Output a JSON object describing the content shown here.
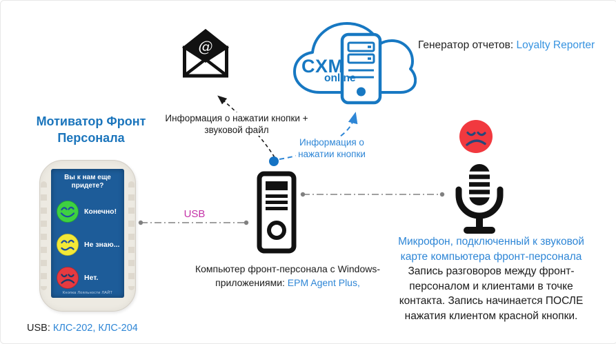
{
  "motivator": {
    "title_lines": [
      "Мотиватор Фронт",
      "Персонала"
    ],
    "screen": {
      "question_lines": [
        "Вы к нам еще",
        "придете?"
      ],
      "options": [
        {
          "label": "Конечно!",
          "mood": "happy",
          "color": "#3ED141"
        },
        {
          "label": "Не знаю...",
          "mood": "neutral",
          "color": "#F2E838"
        },
        {
          "label": "Нет.",
          "mood": "sad",
          "color": "#E63A40"
        }
      ],
      "footer": "Кнопка Лояльности ЛАЙТ"
    },
    "usb_caption": {
      "prefix": "USB: ",
      "models": "КЛС-202, КЛС-204"
    }
  },
  "cloud": {
    "brand": "CXM",
    "brand_sub": "online"
  },
  "reporter": {
    "label": "Генератор отчетов: ",
    "value": "Loyalty Reporter"
  },
  "flows": {
    "to_email_lines": [
      "Информация о нажатии кнопки +",
      "звуковой файл"
    ],
    "to_cloud_lines": [
      "Информация о",
      "нажатии кнопки"
    ],
    "usb": "USB"
  },
  "computer": {
    "caption_line1": "Компьютер фронт-персонала с Windows-",
    "caption_line2_prefix": "приложениями: ",
    "caption_line2_apps": "EPM Agent Plus,"
  },
  "microphone": {
    "title_lines": [
      "Микрофон, подключенный к звуковой",
      "карте компьютера фронт-персонала"
    ],
    "desc_lines": [
      "Запись разговоров между фронт-",
      "персоналом  и клиентами в точке",
      "контакта. Запись начинается ПОСЛЕ",
      "нажатия клиентом красной кнопки."
    ]
  },
  "colors": {
    "title_blue": "#1B75BC",
    "link_blue": "#2E86D6",
    "cloud_blue": "#1778C2",
    "usb_magenta": "#C433A8",
    "screen_blue": "#1D5C99",
    "sad_face_red": "#F1393F",
    "connector_gray": "#A0A0A0"
  }
}
